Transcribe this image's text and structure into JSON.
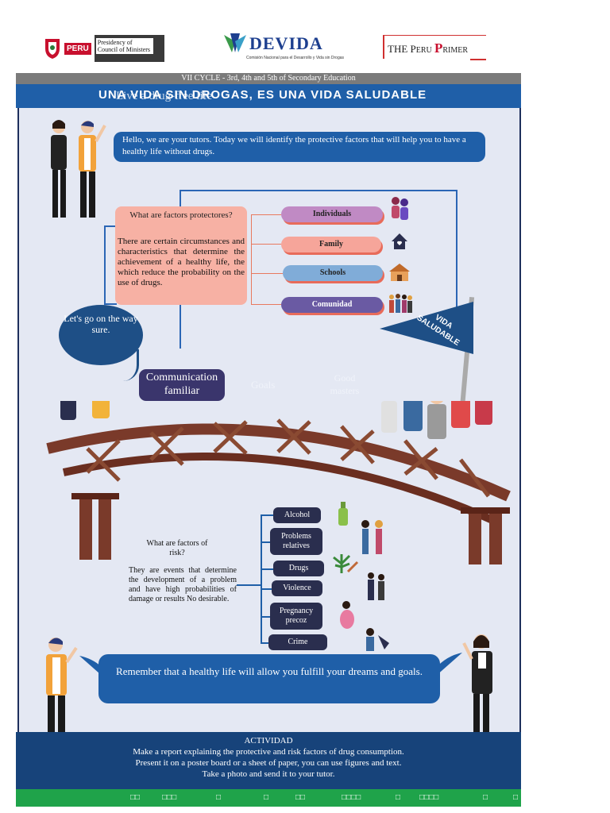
{
  "logos": {
    "peru_tag": "PERU",
    "presidency": "Presidency of Council of Ministers",
    "devida_name": "DEVIDA",
    "devida_sub": "Comisión Nacional para el Desarrollo y Vida sin Drogas",
    "primer_prefix": "THE P",
    "primer_mid": "ERU",
    "primer_big": "P",
    "primer_suffix": "RIMER"
  },
  "header": {
    "cycle": "VII CYCLE - 3rd, 4th and 5th of Secondary Education",
    "title_spanish": "UNA VIDA SIN DROGAS, ES UNA VIDA SALUDABLE",
    "title_overlay": "Live a drug-free life"
  },
  "intro": {
    "hello": "Hello, we are your tutors. Today we will identify the protective factors that will help you to have a healthy life without drugs."
  },
  "protective": {
    "question": "What are factors protectores?",
    "body": "There are certain circumstances and characteristics that determine the achievement of a healthy life, the which reduce the probability on the use of drugs.",
    "items": [
      "Individuals",
      "Family",
      "Schools",
      "Comunidad"
    ]
  },
  "flag": {
    "text": "VIDA SALUDABLE",
    "colors": {
      "flag": "#1e4f86"
    }
  },
  "bridge_section": {
    "speech": "Let's go on the way sure.",
    "communication": "Communication familiar",
    "goals": "Goals",
    "masters": "Good masters"
  },
  "risk": {
    "question": "What are factors of risk?",
    "body": "They are events that determine the development of a problem and have high probabilities of damage or results No desirable.",
    "items": [
      "Alcohol",
      "Problems relatives",
      "Drugs",
      "Violence",
      "Pregnancy precoz",
      "Crime"
    ]
  },
  "remember": "Remember that a healthy life will allow you fulfill your dreams and goals.",
  "activity": {
    "title": "ACTIVIDAD",
    "line1": "Make a report explaining the protective and risk factors of drug consumption.",
    "line2": "Present it on a poster board or a sheet of paper, you can use figures and text.",
    "line3": "Take a photo and send it to your tutor."
  },
  "footer_glyphs": [
    "□□",
    "□□□",
    "□",
    "□",
    "□□",
    "□□□□",
    "□",
    "□□□□",
    "□",
    "□"
  ]
}
